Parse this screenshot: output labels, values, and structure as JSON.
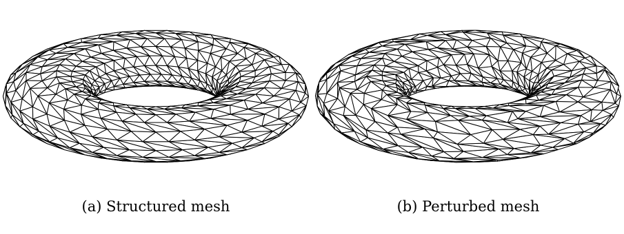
{
  "figures": [
    {
      "caption": "(a) Structured mesh",
      "mesh": "structured",
      "line_color": "#000000"
    },
    {
      "caption": "(b) Perturbed mesh",
      "mesh": "perturbed",
      "line_color": "#000000"
    }
  ]
}
